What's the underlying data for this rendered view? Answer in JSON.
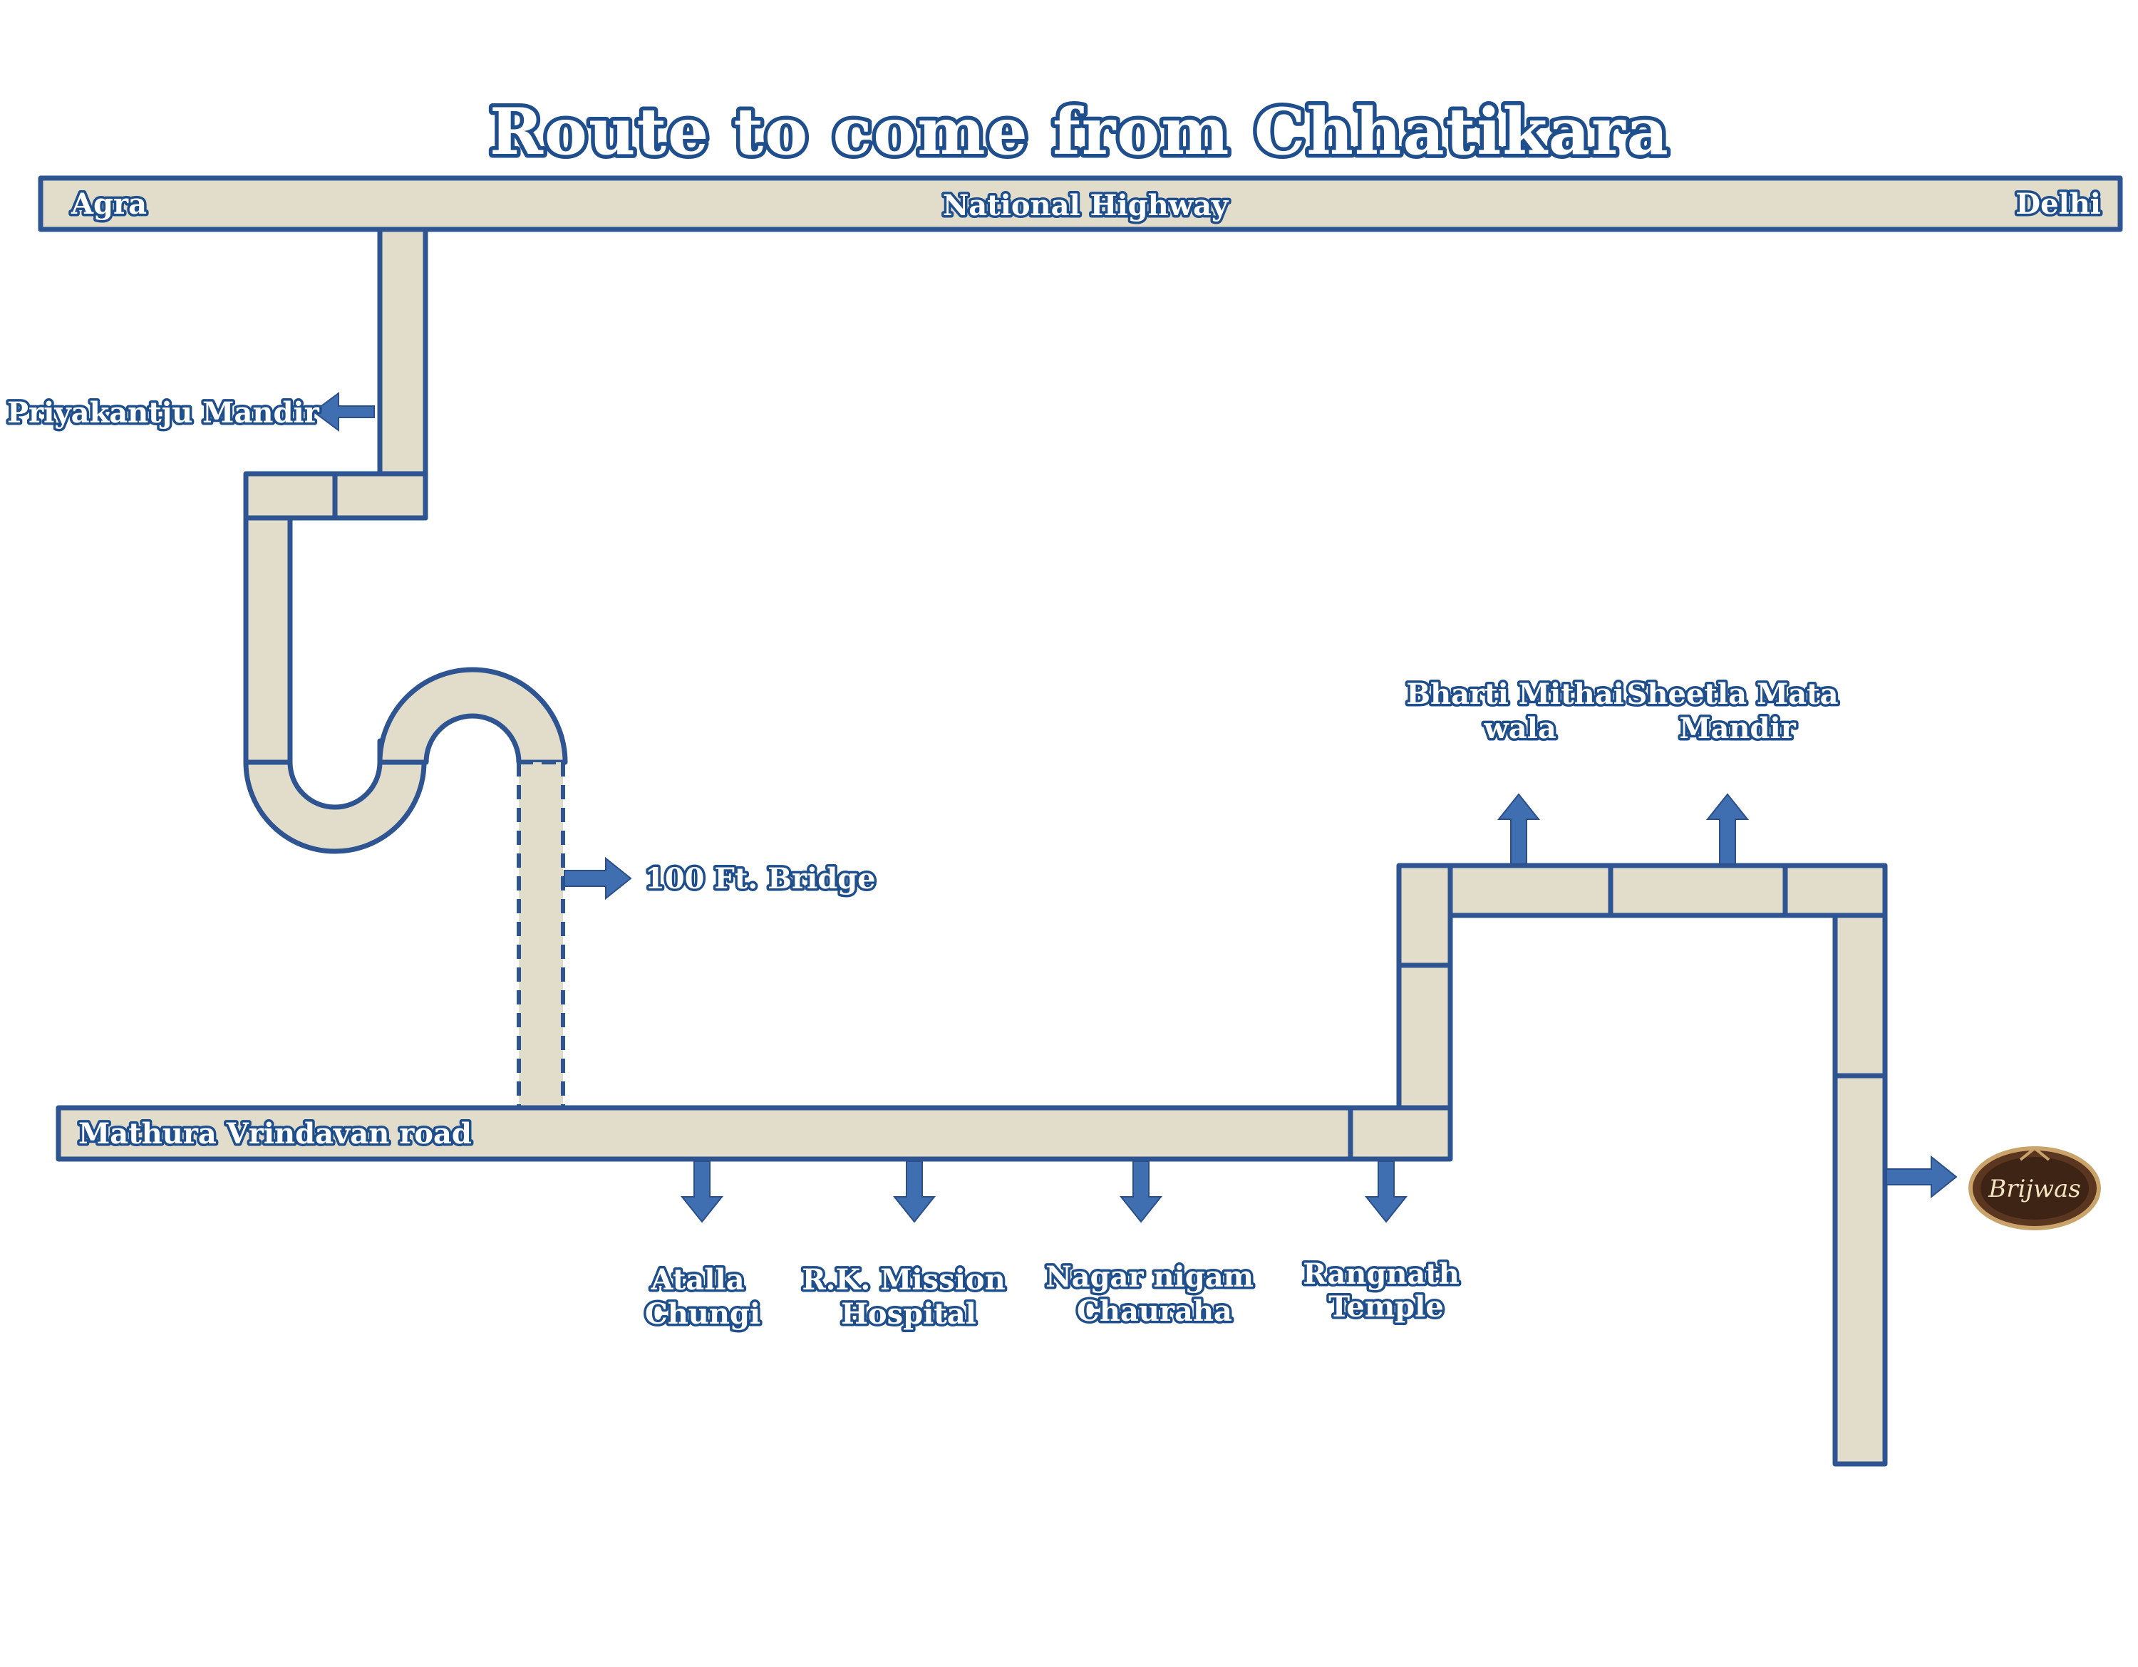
{
  "title": "Route to come from Chhatikara",
  "roads": {
    "highway": {
      "name": "National Highway",
      "left_end": "Agra",
      "right_end": "Delhi"
    },
    "mvroad": {
      "name": "Mathura Vrindavan road"
    }
  },
  "landmarks": {
    "priyakantju": "Priyakantju Mandir",
    "bridge": "100 Ft. Bridge",
    "bharti": [
      "Bharti Mithai",
      "wala"
    ],
    "sheetla": [
      "Sheetla Mata",
      "Mandir"
    ],
    "atalla": [
      "Atalla",
      "Chungi"
    ],
    "rkmission": [
      "R.K. Mission",
      "Hospital"
    ],
    "nagar": [
      "Nagar nigam",
      "Chauraha"
    ],
    "rangnath": [
      "Rangnath",
      "Temple"
    ]
  },
  "destination_logo": {
    "text": "Brijwas"
  },
  "colors": {
    "road_fill": "#e2dccb",
    "road_border": "#2e5592",
    "arrow": "#3f6fb1",
    "label_outline": "#1f4e8c",
    "logo_brown": "#5a3520"
  }
}
